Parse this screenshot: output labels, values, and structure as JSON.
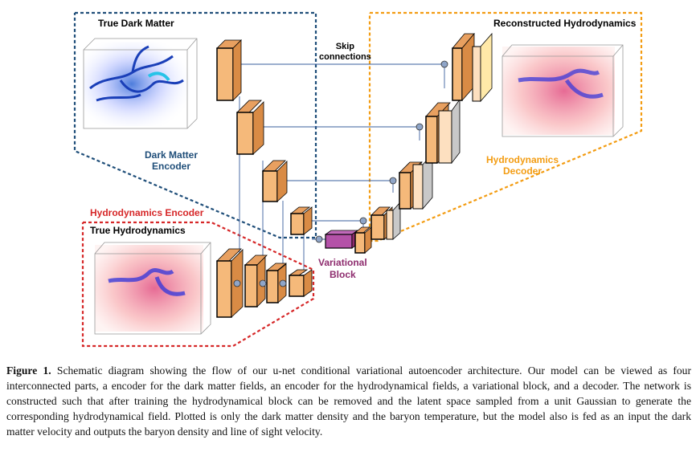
{
  "figure": {
    "labels": {
      "true_dark_matter": "True Dark Matter",
      "dark_matter_encoder": "Dark Matter\nEncoder",
      "hydro_encoder": "Hydrodynamics Encoder",
      "true_hydro": "True Hydrodynamics",
      "skip": "Skip\nconnections",
      "reconstructed": "Reconstructed Hydrodynamics",
      "hydro_decoder": "Hydrodynamics\nDecoder",
      "variational": "Variational\nBlock"
    },
    "colors": {
      "dark_matter_blue": "#1f4e79",
      "hydro_encoder_red": "#d62728",
      "decoder_orange": "#f39c12",
      "variational_purple": "#8e2c6e",
      "layer_fill": "#f5b97a"
    }
  },
  "caption": {
    "label": "Figure 1.",
    "text": "Schematic diagram showing the flow of our u-net conditional variational autoencoder architecture. Our model can be viewed as four interconnected parts, a encoder for the dark matter fields, an encoder for the hydrodynamical fields, a variational block, and a decoder. The network is constructed such that after training the hydrodynamical block can be removed and the latent space sampled from a unit Gaussian to generate the corresponding hydrodynamical field. Plotted is only the dark matter density and the baryon temperature, but the model also is fed as an input the dark matter velocity and outputs the baryon density and line of sight velocity."
  }
}
